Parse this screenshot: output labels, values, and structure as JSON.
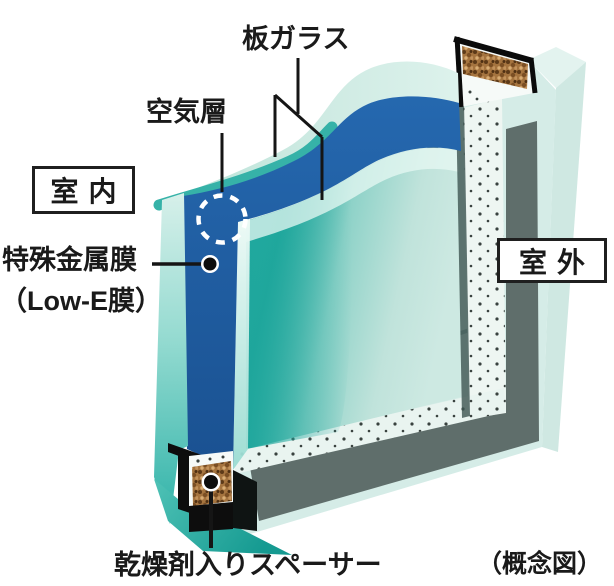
{
  "diagram": {
    "type": "insulated-glazing-cutaway",
    "labels": {
      "plate_glass": "板ガラス",
      "air_layer": "空気層",
      "indoor": "室内",
      "metal_film_line1": "特殊金属膜",
      "metal_film_line2": "（Low-E膜）",
      "outdoor": "室外",
      "spacer": "乾燥剤入りスペーサー",
      "note": "（概念図）"
    },
    "colors": {
      "low_e_blue": "#2161a8",
      "glass_teal": "#21a89d",
      "glass_mint": "#cdeae3",
      "glass_pale": "#d5ece7",
      "frame_gray": "#5f6e6b",
      "spacer_white": "#f6faf8",
      "desiccant_brown": "#a5743f",
      "outline_black": "#111111"
    }
  }
}
